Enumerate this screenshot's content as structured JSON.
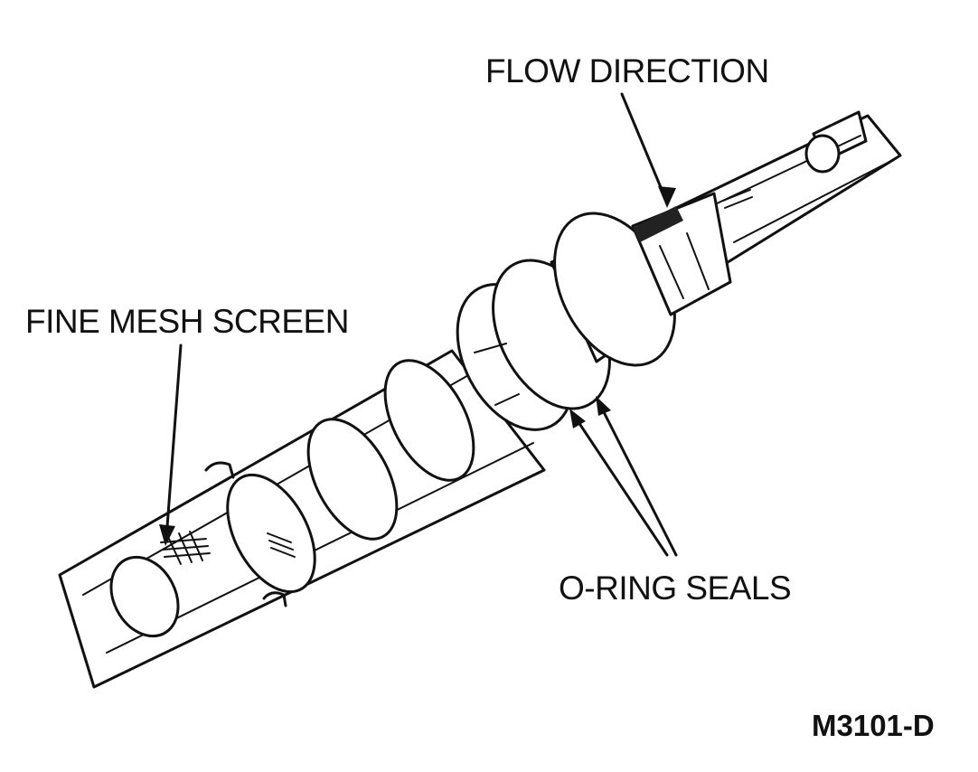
{
  "labels": {
    "flow_direction": "FLOW DIRECTION",
    "fine_mesh_screen": "FINE MESH SCREEN",
    "o_ring_seals": "O-RING SEALS",
    "figure_id": "M3101-D"
  }
}
